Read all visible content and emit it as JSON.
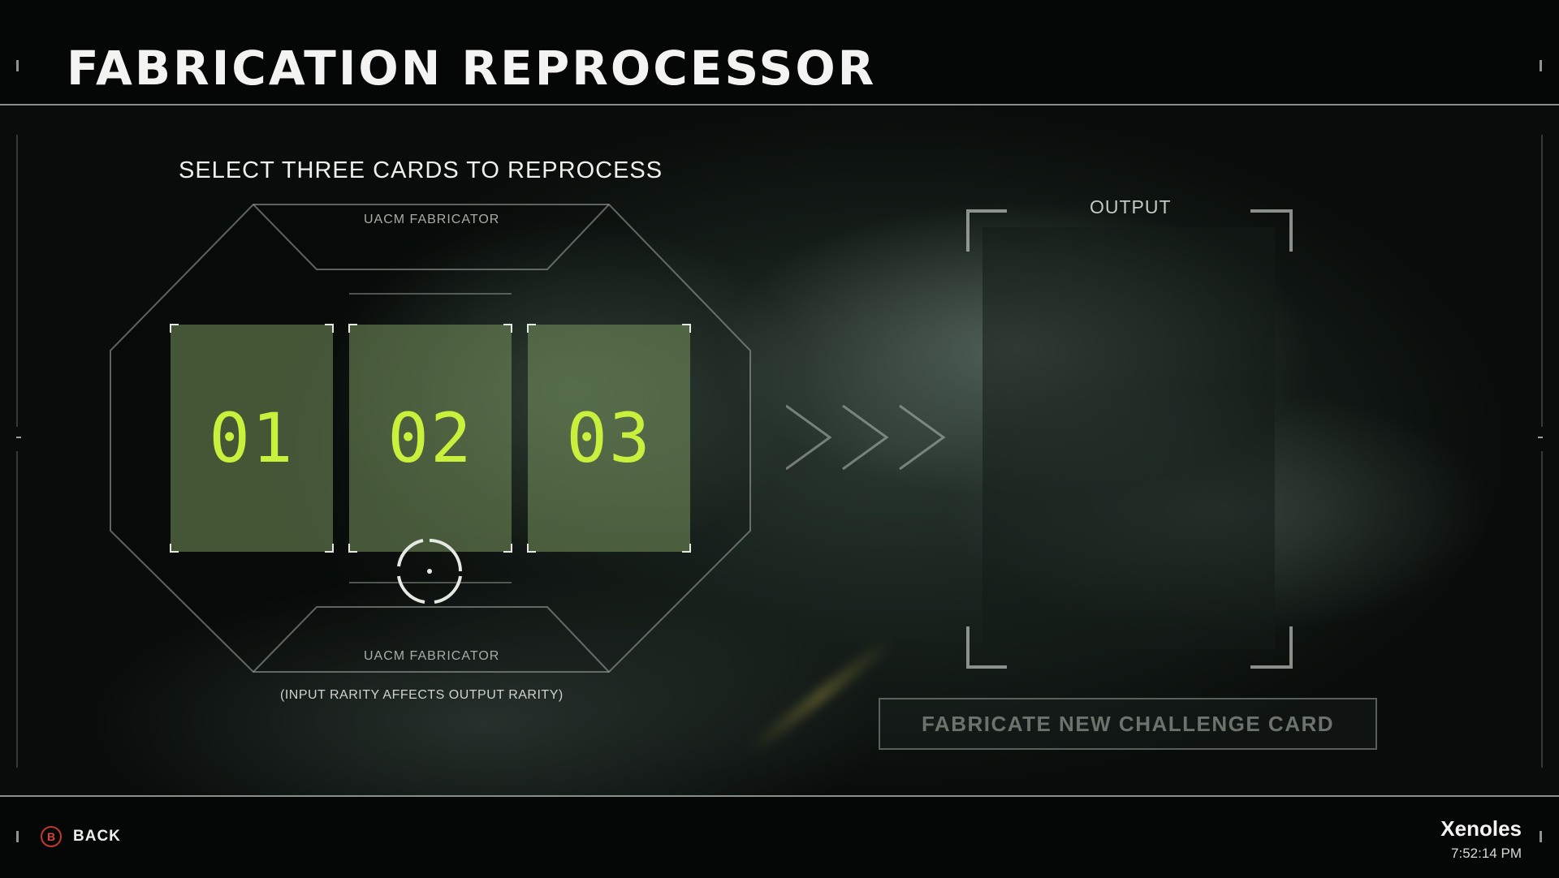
{
  "header": {
    "title": "FABRICATION REPROCESSOR"
  },
  "reprocess": {
    "instruction": "SELECT THREE CARDS TO REPROCESS",
    "fabricator_top_label": "UACM FABRICATOR",
    "fabricator_bottom_label": "UACM FABRICATOR",
    "slots": [
      {
        "number": "01"
      },
      {
        "number": "02"
      },
      {
        "number": "03"
      }
    ],
    "note": "(INPUT RARITY AFFECTS OUTPUT RARITY)",
    "accent_color": "#c8f03c"
  },
  "output": {
    "label": "OUTPUT",
    "fabricate_button_label": "FABRICATE NEW CHALLENGE CARD"
  },
  "footer": {
    "back_badge": "B",
    "back_label": "BACK",
    "username": "Xenoles",
    "time": "7:52:14 PM"
  }
}
